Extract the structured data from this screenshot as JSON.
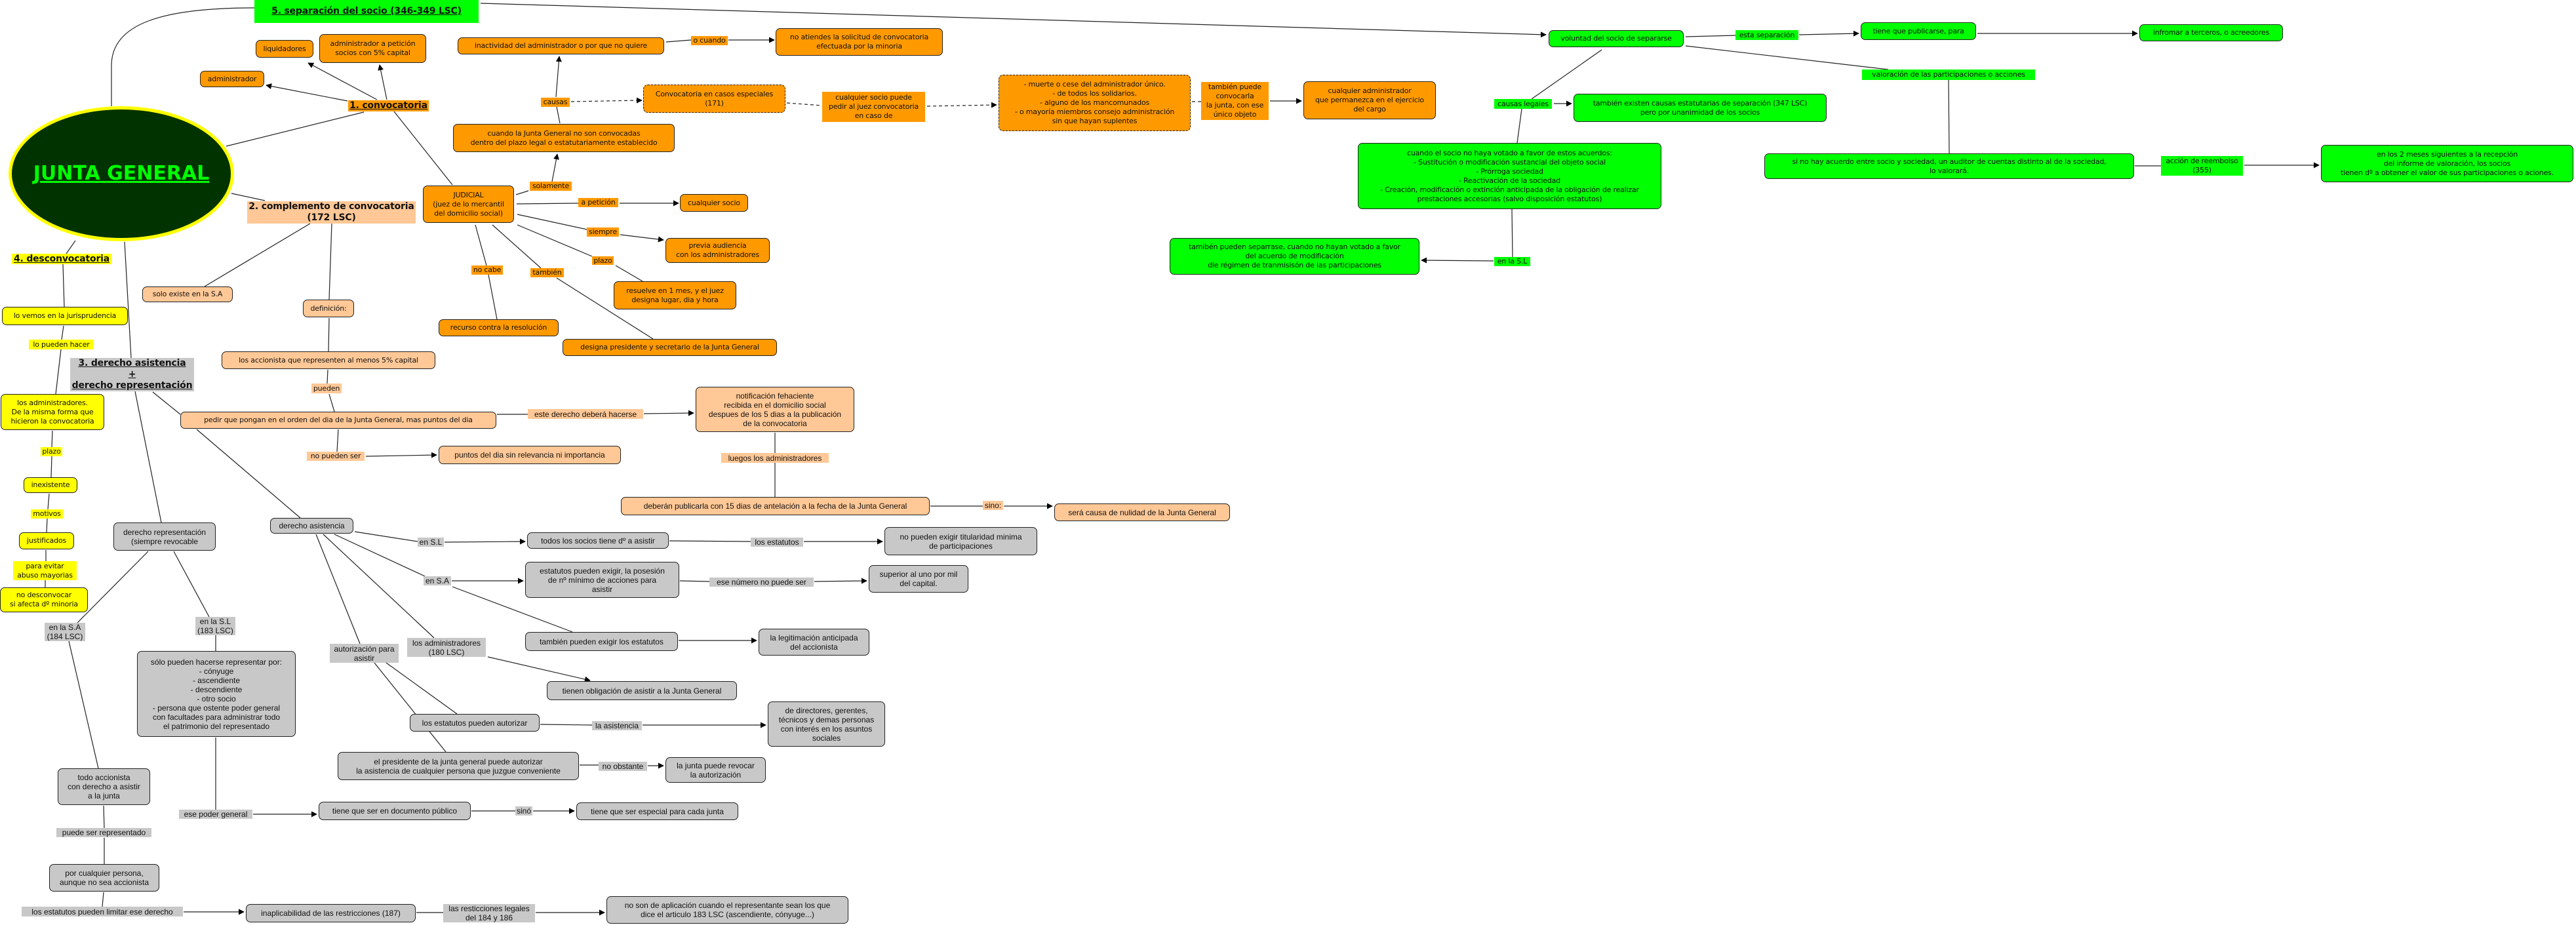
{
  "colors": {
    "orange": "#ff9900",
    "peach": "#ffc896",
    "yellow": "#ffff00",
    "green": "#00ff00",
    "gray": "#c8c8c8",
    "root_fill": "#003300",
    "root_border": "#ffff00",
    "root_text": "#00ff00"
  },
  "nodes": {
    "junta": {
      "text": "JUNTA GENERAL",
      "kind": "root"
    },
    "t5": {
      "text": "5. separación del socio (346-349 LSC)",
      "kind": "green-title"
    },
    "liquidadores": {
      "text": "liquidadores",
      "kind": "orange"
    },
    "admin_peticion": {
      "text": "administrador a petición\nsocios con 5% capital",
      "kind": "orange"
    },
    "administrador": {
      "text": "administrador",
      "kind": "orange"
    },
    "t1": {
      "text": "1. convocatoria",
      "kind": "orange-title"
    },
    "t2": {
      "text": "2. complemento de convocatoria\n(172 LSC)",
      "kind": "peach-title"
    },
    "judicial": {
      "text": "JUDICIAL\n(juez de lo mercantil\ndel domicilio social)",
      "kind": "orange"
    },
    "t4": {
      "text": "4. desconvocatoria",
      "kind": "yellow-title"
    },
    "inactividad": {
      "text": "inactividad del administrador o por que no quiere",
      "kind": "orange"
    },
    "l_ocuando": {
      "text": "o cuando",
      "kind": "orange-label"
    },
    "no_atiendes": {
      "text": "no atiendes la solicitud de convocatoria\nefectuada por la minoria",
      "kind": "orange"
    },
    "l_causas": {
      "text": "causas",
      "kind": "orange-label"
    },
    "conv_especiales": {
      "text": "Convocatoria en casos especiales\n(171)",
      "kind": "orange-dashed"
    },
    "l_cualquier_socio_puede": {
      "text": "cualquier socio puede\npedir al juez convocatoria\nen caso de",
      "kind": "orange-label"
    },
    "cuando_jg": {
      "text": "cuando la Junta General no son convocadas\ndentro del plazo legal o estatutariamente establecido",
      "kind": "orange"
    },
    "l_solamente": {
      "text": "solamente",
      "kind": "orange-label"
    },
    "l_apeticion": {
      "text": "a petición",
      "kind": "orange-label"
    },
    "cualquier_socio": {
      "text": "cualquier socio",
      "kind": "orange"
    },
    "muerte": {
      "text": "- muerte o cese del administrador único.\n- de todos los solidarios.\n- alguno de los mancomunados\n- o mayoría miembros consejo administración\nsin que hayan suplentes",
      "kind": "orange-dashed"
    },
    "l_tambien_puede": {
      "text": "también puede\nconvocarla\nla junta, con ese\núnico objeto",
      "kind": "orange-label"
    },
    "cualquier_admin": {
      "text": "cualquier administrador\nque permanezca en el ejercicio\ndel cargo",
      "kind": "orange"
    },
    "l_siempre": {
      "text": "siempre",
      "kind": "orange-label"
    },
    "previa": {
      "text": "previa audiencia\ncon los administradores",
      "kind": "orange"
    },
    "l_plazo": {
      "text": "plazo",
      "kind": "orange-label"
    },
    "resuelve": {
      "text": "resuelve en 1 mes, y el juez\ndesigna lugar, dia y hora",
      "kind": "orange"
    },
    "l_nocabe": {
      "text": "no cabe",
      "kind": "orange-label"
    },
    "l_tambien": {
      "text": "también",
      "kind": "orange-label"
    },
    "recurso": {
      "text": "recurso contra la resolución",
      "kind": "orange"
    },
    "designa": {
      "text": "designa presidente y secretario de la Junta General",
      "kind": "orange"
    },
    "voluntad": {
      "text": "voluntad del socio de separarse",
      "kind": "green"
    },
    "l_causas_legales": {
      "text": "causas legales",
      "kind": "green-label"
    },
    "tambien_existen": {
      "text": "también existen causas estatutarias de separación (347 LSC)\npero por unanimidad de los socios",
      "kind": "green"
    },
    "cuando_socio": {
      "text": "cuando el socio no haya votado a favor de estos acuerdos:\n- Sustitución o modificación sustancial del objeto social\n- Prórroga sociedad\n- Reactivación de la sociedad\n- Creación, modificación o extinción anticipada de la obligación de realizar\nprestaciones accesorias (salvo disposición estatutos)",
      "kind": "green"
    },
    "l_en_la_sl_green": {
      "text": "en la S.L",
      "kind": "green-label"
    },
    "tambien_separrase": {
      "text": "tamibén pueden separrase, cuando no hayan votado a favor\ndel acuerdo de modificación\ndle régimen de tranmisisón de las participaciones",
      "kind": "green"
    },
    "l_esta_separacion": {
      "text": "esta separación",
      "kind": "green-label"
    },
    "publicarse": {
      "text": "tiene que publicarse, para",
      "kind": "green"
    },
    "infromar": {
      "text": "infromar a terceros, o acreedores",
      "kind": "green"
    },
    "l_valoracion": {
      "text": "valoración de las participaciones o acciones",
      "kind": "green-label"
    },
    "si_no_hay": {
      "text": "si no hay acuerdo entre socio y sociedad, un auditor de cuentas distinto al de la sociedad,\nlo valorará.",
      "kind": "green"
    },
    "l_reembolso": {
      "text": "acción de reembolso\n(355)",
      "kind": "green-label"
    },
    "dos_meses": {
      "text": "en los 2 meses siguientes a la recepción\ndel informe de valoración, los socios\ntienen dº a obtener el valor de sus participaciones o aciones.",
      "kind": "green"
    },
    "solo_sa": {
      "text": "solo existe en la S.A",
      "kind": "peach"
    },
    "definicion": {
      "text": "definición:",
      "kind": "peach"
    },
    "accionistas": {
      "text": "los accionista que representen al menos 5% capital",
      "kind": "peach"
    },
    "l_pueden": {
      "text": "pueden",
      "kind": "peach-label"
    },
    "pedir": {
      "text": "pedir que pongan en el orden del dia de la Junta General, mas puntos del dia",
      "kind": "peach"
    },
    "l_nopuedenser": {
      "text": "no pueden ser",
      "kind": "peach-label"
    },
    "puntos": {
      "text": "puntos del dia sin relevancia ni importancia",
      "kind": "peach"
    },
    "l_este_derecho": {
      "text": "este derecho deberá hacerse",
      "kind": "peach-label"
    },
    "notificacion": {
      "text": "notificación fehaciente\nrecibida en el domicilio social\ndespues de los 5 dias a la publicación\nde la convocatoria",
      "kind": "peach"
    },
    "l_luegos": {
      "text": "luegos los administradores",
      "kind": "peach-label"
    },
    "deberan": {
      "text": "deberán publicarla con 15 dias de antelación a la fecha de la Junta General",
      "kind": "peach"
    },
    "l_sino": {
      "text": "sino:",
      "kind": "peach-label"
    },
    "nulidad": {
      "text": "será causa de nulidad de la Junta General",
      "kind": "peach"
    },
    "lo_vemos": {
      "text": "lo vemos en la jurisprudencia",
      "kind": "yellow"
    },
    "l_lo_pueden": {
      "text": "lo pueden hacer",
      "kind": "yellow-label"
    },
    "los_admin_yellow": {
      "text": "los administradores.\nDe la misma forma que\nhicieron la convocatoria",
      "kind": "yellow"
    },
    "l_plazo_y": {
      "text": "plazo",
      "kind": "yellow-label"
    },
    "inexistente": {
      "text": "inexistente",
      "kind": "yellow"
    },
    "l_motivos": {
      "text": "motivos",
      "kind": "yellow-label"
    },
    "justificados": {
      "text": "justificados",
      "kind": "yellow"
    },
    "l_evitar": {
      "text": "para evitar\nabuso mayorias",
      "kind": "yellow-label"
    },
    "no_desconvocar": {
      "text": "no desconvocar\nsi afecta dº minoria",
      "kind": "yellow"
    },
    "t3": {
      "text": "3. derecho asistencia\n+\nderecho representación",
      "kind": "gray-title"
    },
    "der_repr": {
      "text": "derecho representación\n(siempre revocable",
      "kind": "gray"
    },
    "der_asist": {
      "text": "derecho asistencia",
      "kind": "gray"
    },
    "l_en_la_sa_184": {
      "text": "en la S.A\n(184 LSC)",
      "kind": "gray-label"
    },
    "l_en_la_sl_183": {
      "text": "en la S.L\n(183 LSC)",
      "kind": "gray-label"
    },
    "l_en_sl": {
      "text": "en S.L",
      "kind": "gray-label"
    },
    "todos_socios": {
      "text": "todos los socios tiene dº a asistir",
      "kind": "gray"
    },
    "l_los_estatutos": {
      "text": "los estatutos",
      "kind": "gray-label"
    },
    "no_titularidad": {
      "text": "no pueden exigir titularidad minima\nde participaciones",
      "kind": "gray"
    },
    "l_en_sa": {
      "text": "en S.A",
      "kind": "gray-label"
    },
    "estatutos_exigir": {
      "text": "estatutos pueden exigir, la posesión\nde nº mínimo de acciones para\nasistir",
      "kind": "gray"
    },
    "l_ese_numero": {
      "text": "ese número no puede ser",
      "kind": "gray-label"
    },
    "superior": {
      "text": "superior al uno por mil\ndel capital.",
      "kind": "gray"
    },
    "tambien_exigir": {
      "text": "también pueden exigir los estatutos",
      "kind": "gray"
    },
    "legitimacion": {
      "text": "la legitimación anticipada\ndel accionista",
      "kind": "gray"
    },
    "l_admin_180": {
      "text": "los administradores\n(180 LSC)",
      "kind": "gray-label"
    },
    "l_autorizacion": {
      "text": "autorización para\nasistir",
      "kind": "gray-label"
    },
    "obligacion": {
      "text": "tienen obligación de asistir a la Junta General",
      "kind": "gray"
    },
    "solo_pueden": {
      "text": "sólo pueden hacerse representar por:\n- cónyuge\n- ascendiente\n- descendiente\n- otro socio\n- persona que ostente poder general\ncon facultades para administrar todo\nel patrimonio del representado",
      "kind": "gray"
    },
    "estatutos_autorizar": {
      "text": "los estatutos pueden autorizar",
      "kind": "gray"
    },
    "l_la_asistencia": {
      "text": "la asistencia",
      "kind": "gray-label"
    },
    "directores": {
      "text": "de directores, gerentes,\ntécnicos y demas personas\ncon interés en los asuntos\nsociales",
      "kind": "gray"
    },
    "presidente": {
      "text": "el presidente de la junta general puede autorizar\nla asistencia de cualquier persona que juzgue conveniente",
      "kind": "gray"
    },
    "l_no_obstante": {
      "text": "no obstante",
      "kind": "gray-label"
    },
    "revocar": {
      "text": "la junta puede revocar\nla autorización",
      "kind": "gray"
    },
    "l_poder_general": {
      "text": "ese poder general",
      "kind": "gray-label"
    },
    "documento": {
      "text": "tiene que ser en documento público",
      "kind": "gray"
    },
    "l_sino2": {
      "text": "sinó",
      "kind": "gray-label"
    },
    "especial": {
      "text": "tiene que ser especial para cada junta",
      "kind": "gray"
    },
    "todo_accionista": {
      "text": "todo accionista\ncon derecho a asistir\na la junta",
      "kind": "gray"
    },
    "l_representado": {
      "text": "puede ser representado",
      "kind": "gray-label"
    },
    "cualquier_persona": {
      "text": "por cualquier persona,\naunque no sea accionista",
      "kind": "gray"
    },
    "l_limitar": {
      "text": "los estatutos pueden limitar ese derecho",
      "kind": "gray-label"
    },
    "inaplicabilidad": {
      "text": "inaplicabilidad de las restricciones (187)",
      "kind": "gray"
    },
    "l_restricciones": {
      "text": "las resticciones legales\ndel 184 y 186",
      "kind": "gray-label"
    },
    "no_son": {
      "text": "no son de aplicación cuando el representante sean los que\ndice el articulo 183 LSC (ascendiente, cónyuge...)",
      "kind": "gray"
    }
  }
}
